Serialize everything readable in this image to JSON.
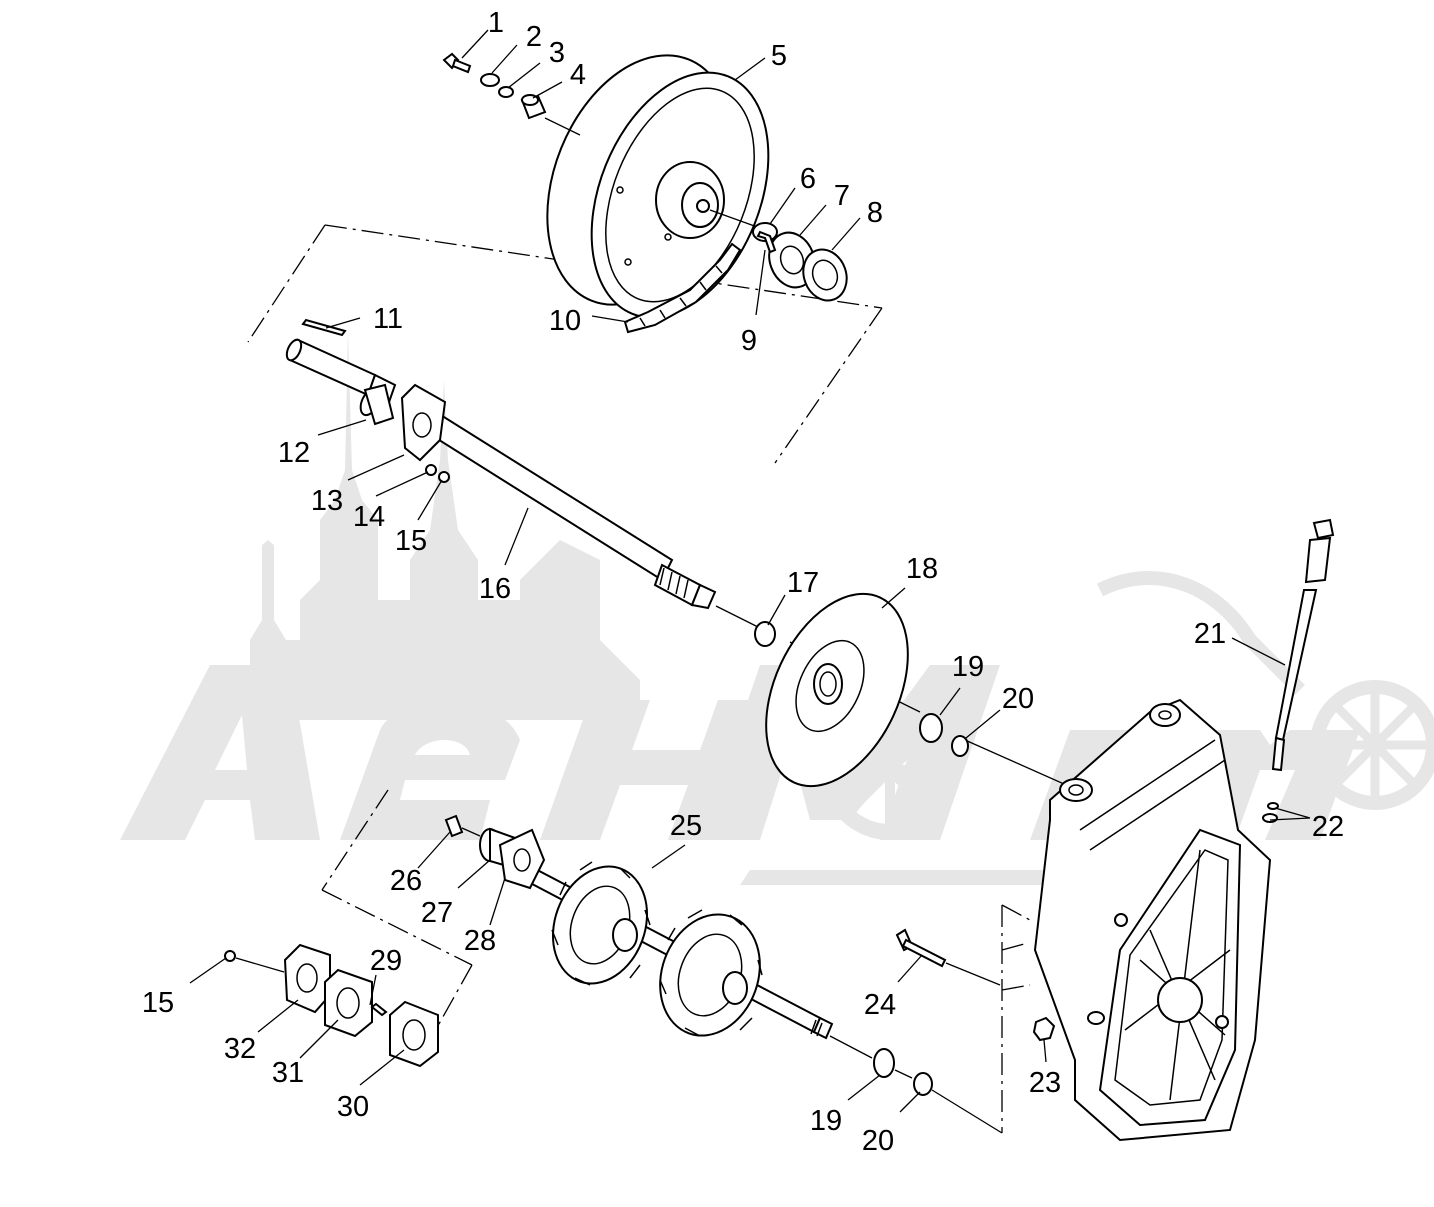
{
  "watermark": {
    "text": "AennMoto"
  },
  "callouts": [
    "1",
    "2",
    "3",
    "4",
    "5",
    "6",
    "7",
    "8",
    "9",
    "10",
    "11",
    "12",
    "13",
    "14",
    "15",
    "16",
    "17",
    "18",
    "19",
    "20",
    "21",
    "22",
    "23",
    "24",
    "25",
    "26",
    "27",
    "28",
    "29",
    "30",
    "31",
    "32",
    "15",
    "19",
    "20"
  ]
}
